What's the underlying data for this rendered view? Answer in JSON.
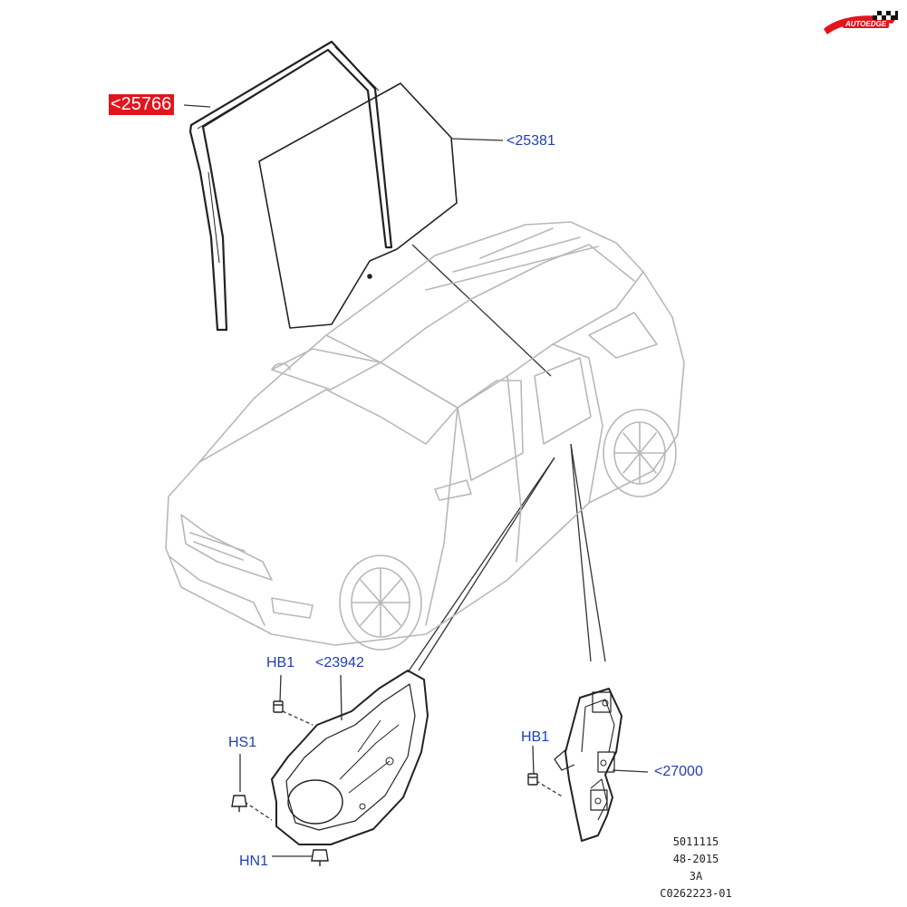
{
  "callouts": {
    "rear_door_glass_run": "<25766",
    "rear_door_glass": "<25381",
    "window_regulator_carrier": "<23942",
    "window_regulator_motor": "<27000",
    "hb1_left": "HB1",
    "hs1": "HS1",
    "hn1": "HN1",
    "hb1_right": "HB1"
  },
  "notes": [
    "5011115",
    "48-2015",
    "3A",
    "C0262223-01"
  ],
  "logo": {
    "text": "AUTOEDGE"
  },
  "colors": {
    "callout": "#1f3fb5",
    "highlight": "#e2151e",
    "line": "#333333",
    "vehicle": "#b8b8b8"
  }
}
